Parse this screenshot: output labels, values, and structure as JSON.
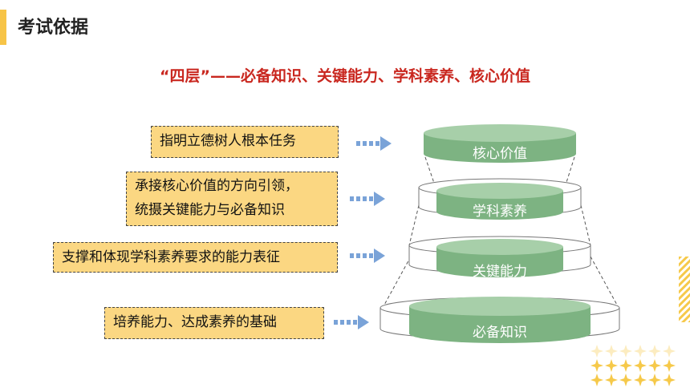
{
  "header": {
    "title": "考试依据"
  },
  "subtitle": "“四层”——必备知识、关键能力、学科素养、核心价值",
  "notes": [
    {
      "lines": [
        "指明立德树人根本任务"
      ]
    },
    {
      "lines": [
        "承接核心价值的方向引领，",
        "统摄关键能力与必备知识"
      ]
    },
    {
      "lines": [
        "支撑和体现学科素养要求的能力表征"
      ]
    },
    {
      "lines": [
        "培养能力、达成素养的基础"
      ]
    }
  ],
  "tiers": [
    "核心价值",
    "学科素养",
    "关键能力",
    "必备知识"
  ],
  "colors": {
    "accent": "#f7c447",
    "subtitle": "#c9271f",
    "note_bg": "#fbd782",
    "tier_green": "#7db382",
    "arrow": "#7aa3d8"
  }
}
